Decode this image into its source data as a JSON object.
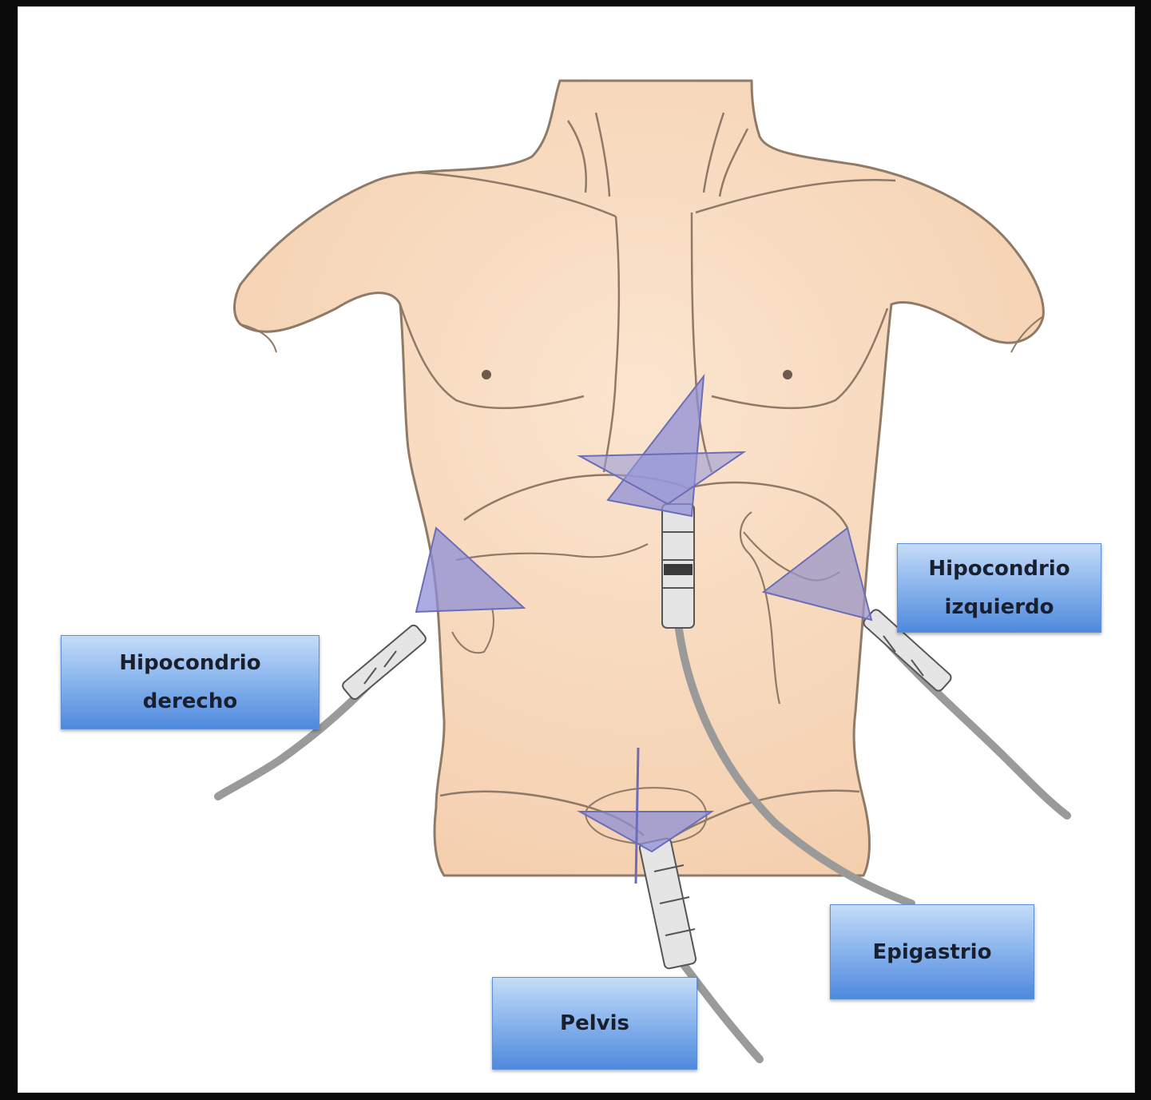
{
  "labels": {
    "right_hypochondrium": "Hipocondrio\nderecho",
    "left_hypochondrium": "Hipocondrio\nizquierdo",
    "epigastrium": "Epigastrio",
    "pelvis": "Pelvis"
  },
  "colors": {
    "skin": "#f8dcc0",
    "outline": "#8f7a68",
    "trocar": "#8e8fd6",
    "tube": "#9a9a9a",
    "label_gradient_top": "#c5dcf8",
    "label_gradient_bottom": "#4f89dd"
  }
}
